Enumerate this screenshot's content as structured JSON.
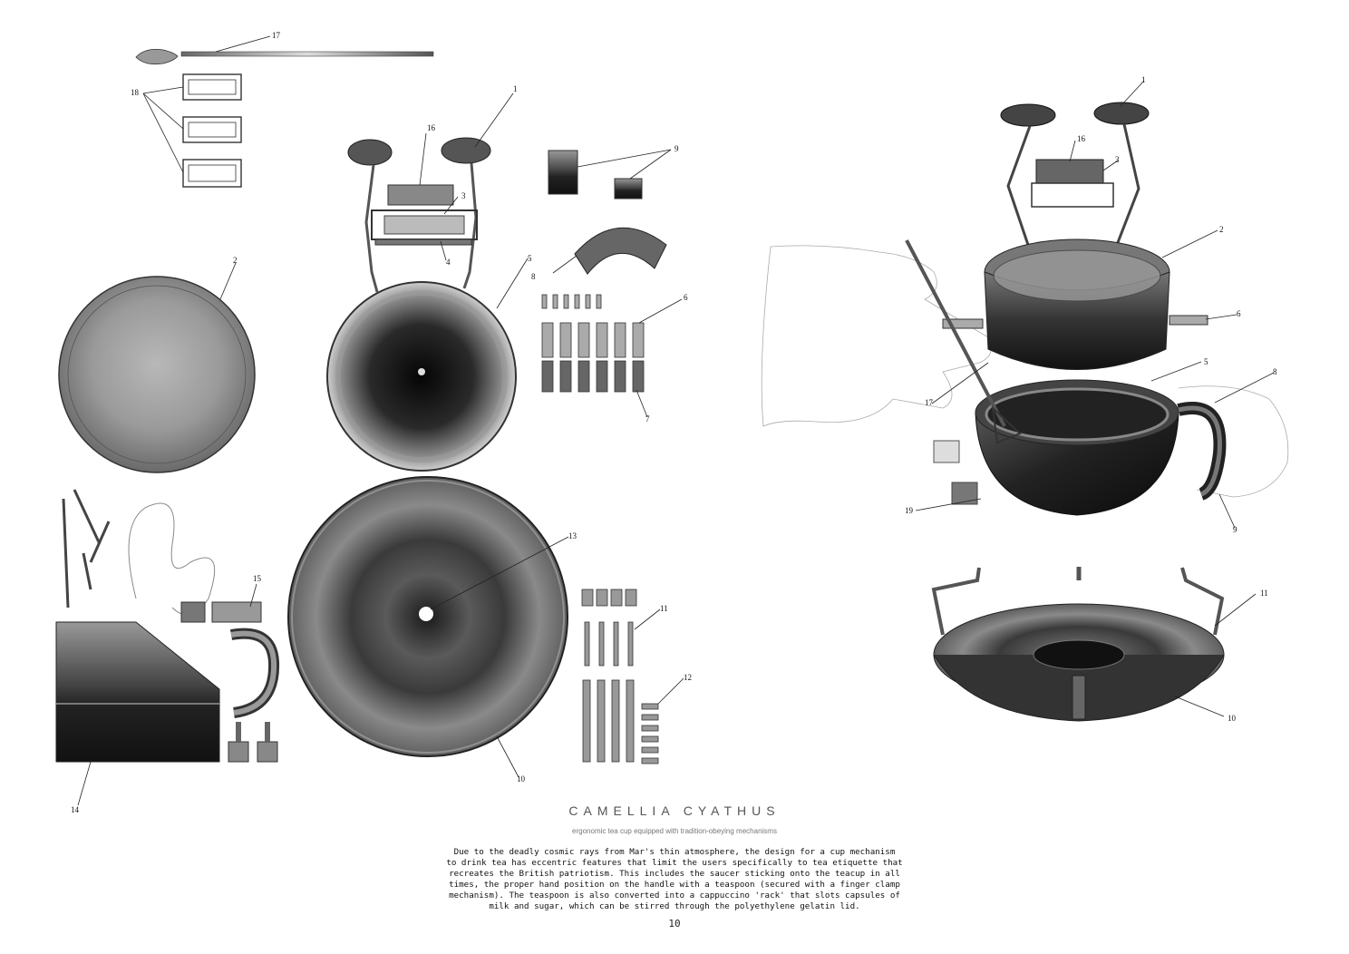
{
  "title": "CAMELLIA CYATHUS",
  "subtitle": "ergonomic tea cup equipped with tradition-obeying mechanisms",
  "description": [
    "Due to the deadly cosmic rays from Mar's thin atmosphere, the design for a cup mechanism",
    "to drink tea has eccentric features that limit the users specifically to tea etiquette that",
    "recreates the British patriotism. This includes the saucer sticking onto the teacup in all",
    "times, the proper hand position on the handle with a teaspoon (secured with a finger clamp",
    "mechanism). The teaspoon is also converted into a cappuccino 'rack' that slots capsules of",
    "milk and sugar, which can be stirred through the polyethylene gelatin lid."
  ],
  "page_number": "10",
  "callouts_left": [
    "17",
    "18",
    "1",
    "16",
    "3",
    "4",
    "9",
    "8",
    "6",
    "7",
    "2",
    "5",
    "13",
    "15",
    "11",
    "12",
    "10",
    "14"
  ],
  "callouts_right": [
    "1",
    "16",
    "3",
    "2",
    "6",
    "5",
    "8",
    "17",
    "19",
    "9",
    "11",
    "10"
  ],
  "colors": {
    "ink": "#111111",
    "paper": "#ffffff",
    "grey_text": "#777777"
  }
}
